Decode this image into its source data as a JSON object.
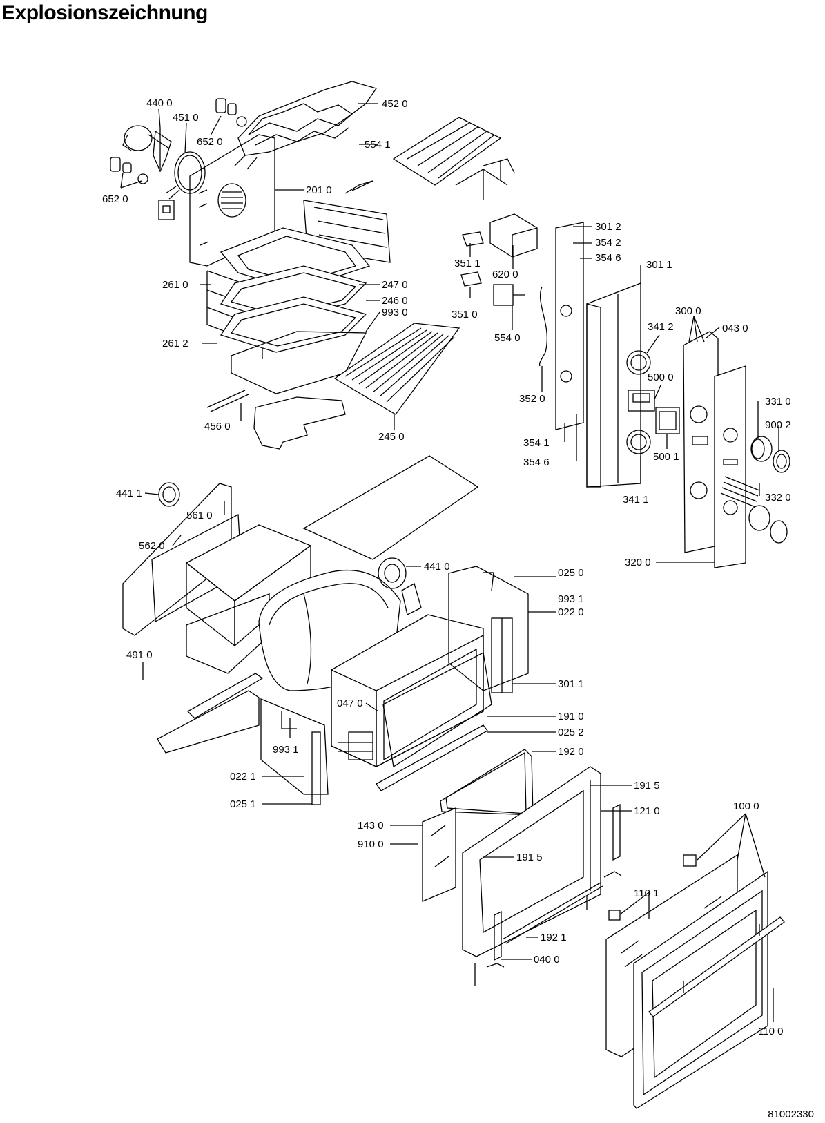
{
  "title": "Explosionszeichnung",
  "document_number": "81002330",
  "labels": [
    "440 0",
    "451 0",
    "652 0",
    "652 0",
    "452 0",
    "554 1",
    "201 0",
    "261 0",
    "247 0",
    "246 0",
    "993 0",
    "261 2",
    "456 0",
    "245 0",
    "351 1",
    "620 0",
    "351 0",
    "554 0",
    "352 0",
    "301 2",
    "354 2",
    "354 6",
    "301 1",
    "341 2",
    "500 0",
    "500 1",
    "354 1",
    "354 6",
    "341 1",
    "300 0",
    "043 0",
    "331 0",
    "900 2",
    "332 0",
    "320 0",
    "441 1",
    "561 0",
    "562 0",
    "491 0",
    "025 0",
    "441 0",
    "993 1",
    "022 0",
    "301 1",
    "047 0",
    "191 0",
    "025 2",
    "192 0",
    "993 1",
    "022 1",
    "025 1",
    "191 5",
    "121 0",
    "143 0",
    "910 0",
    "191 5",
    "192 1",
    "040 0",
    "100 0",
    "110 1",
    "110 0"
  ]
}
